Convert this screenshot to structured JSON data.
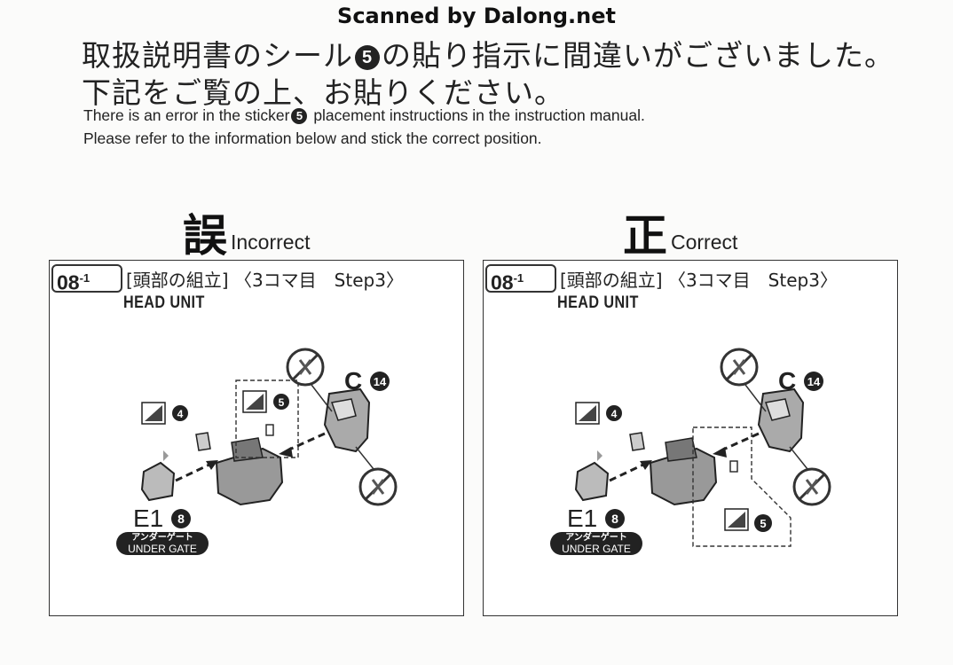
{
  "scanner_credit": "Scanned by Dalong.net",
  "notice": {
    "jp_line1_a": "取扱説明書のシール",
    "jp_line1_num": "5",
    "jp_line1_b": "の貼り指示に間違いがございました。",
    "jp_line2": "下記をご覧の上、お貼りください。",
    "en_line1_a": "There is an error in the sticker",
    "en_line1_num": "5",
    "en_line1_b": " placement instructions in the instruction manual.",
    "en_line2": "Please refer to the information below and stick the correct position."
  },
  "panels": [
    {
      "verdict_kanji": "誤",
      "verdict_word": "Incorrect",
      "step_no": "08",
      "step_sup": "-1",
      "step_title": "[頭部の組立] 〈3コマ目　Step3〉",
      "step_sub": "HEAD UNIT",
      "part_c": "C",
      "part_c_num": "14",
      "part_e": "E1",
      "part_e_num": "8",
      "sticker_a": "4",
      "sticker_b": "5",
      "gate_jp": "アンダーゲート",
      "gate_en": "UNDER GATE"
    },
    {
      "verdict_kanji": "正",
      "verdict_word": "Correct",
      "step_no": "08",
      "step_sup": "-1",
      "step_title": "[頭部の組立] 〈3コマ目　Step3〉",
      "step_sub": "HEAD UNIT",
      "part_c": "C",
      "part_c_num": "14",
      "part_e": "E1",
      "part_e_num": "8",
      "sticker_a": "4",
      "sticker_b": "5",
      "gate_jp": "アンダーゲート",
      "gate_en": "UNDER GATE"
    }
  ]
}
